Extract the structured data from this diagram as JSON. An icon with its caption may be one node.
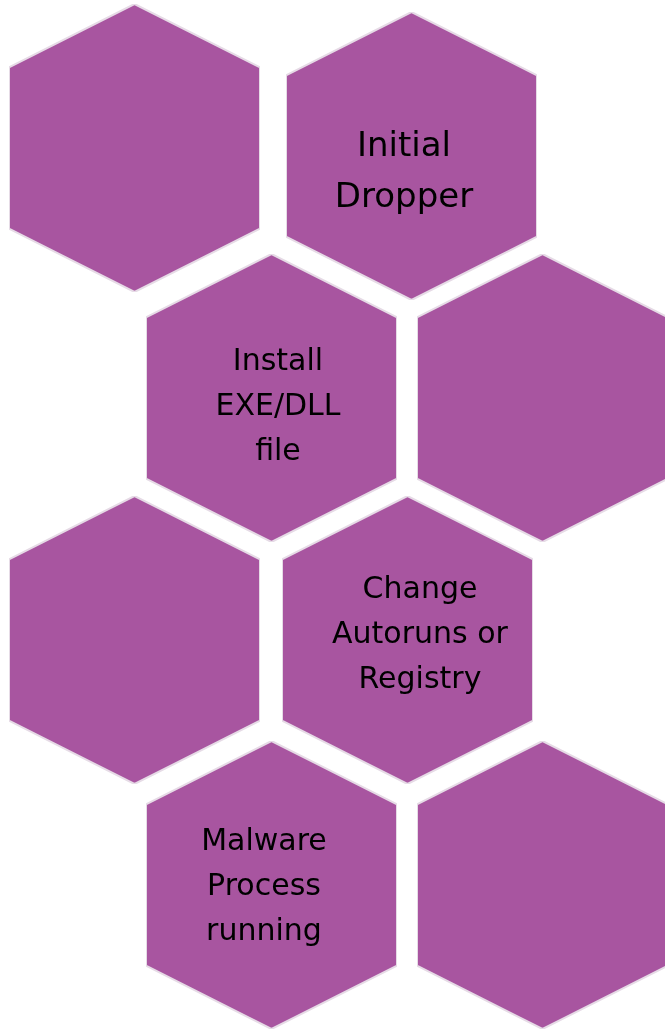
{
  "diagram": {
    "nodes": [
      {
        "text": [],
        "shape": "hexagon"
      },
      {
        "text": [
          "Initial Dropper"
        ]
      },
      {
        "text": [
          "Install EXE/DLL file"
        ]
      },
      {
        "text": [],
        "shape": "hexagon"
      },
      {
        "text": [],
        "shape": "hexagon"
      },
      {
        "text": [
          "Change Autoruns or Registry"
        ]
      },
      {
        "text": [
          "Malware Process running"
        ]
      },
      {
        "text": [],
        "shape": "hexagon"
      }
    ]
  }
}
